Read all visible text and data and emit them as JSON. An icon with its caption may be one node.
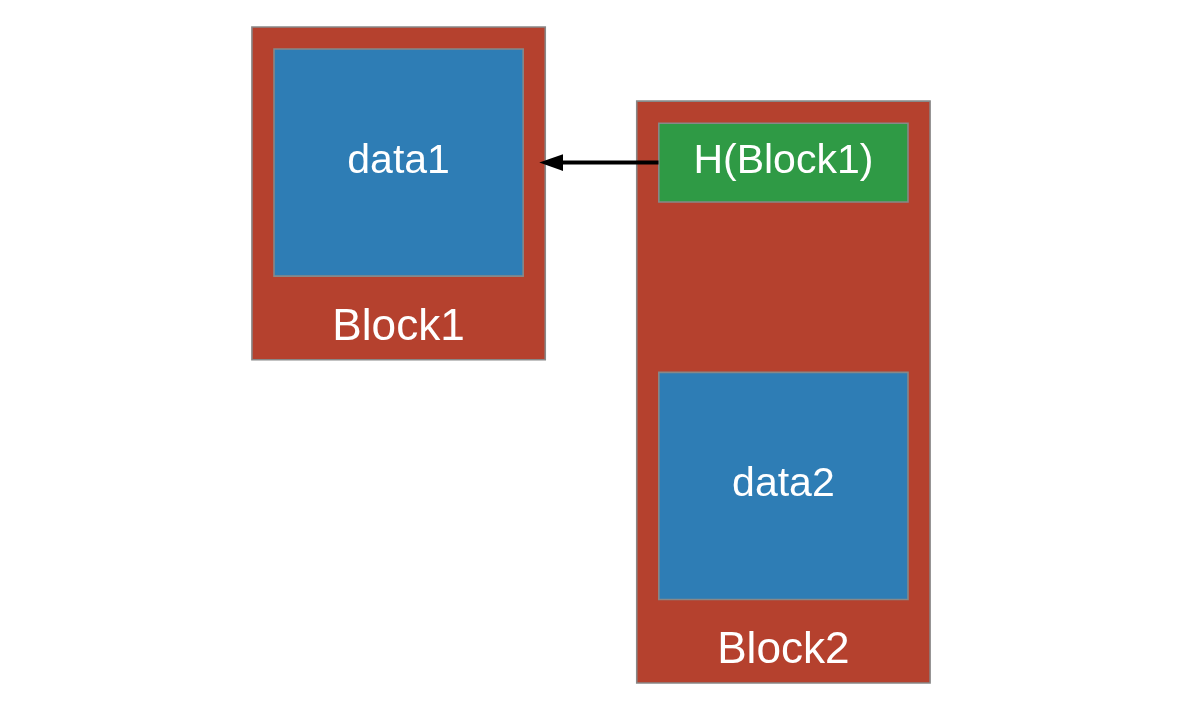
{
  "diagram": {
    "nodes": [
      {
        "text": [
          "Block1"
        ]
      },
      {
        "text": [
          "data1"
        ],
        "in": 0
      },
      {
        "text": [
          "Block2"
        ]
      },
      {
        "text": [
          "H(Block1)"
        ],
        "in": 2
      },
      {
        "text": [
          "data2"
        ],
        "in": 2
      }
    ],
    "edges": [
      {
        "from": 3,
        "to": 0,
        "arrow": "to"
      }
    ]
  }
}
